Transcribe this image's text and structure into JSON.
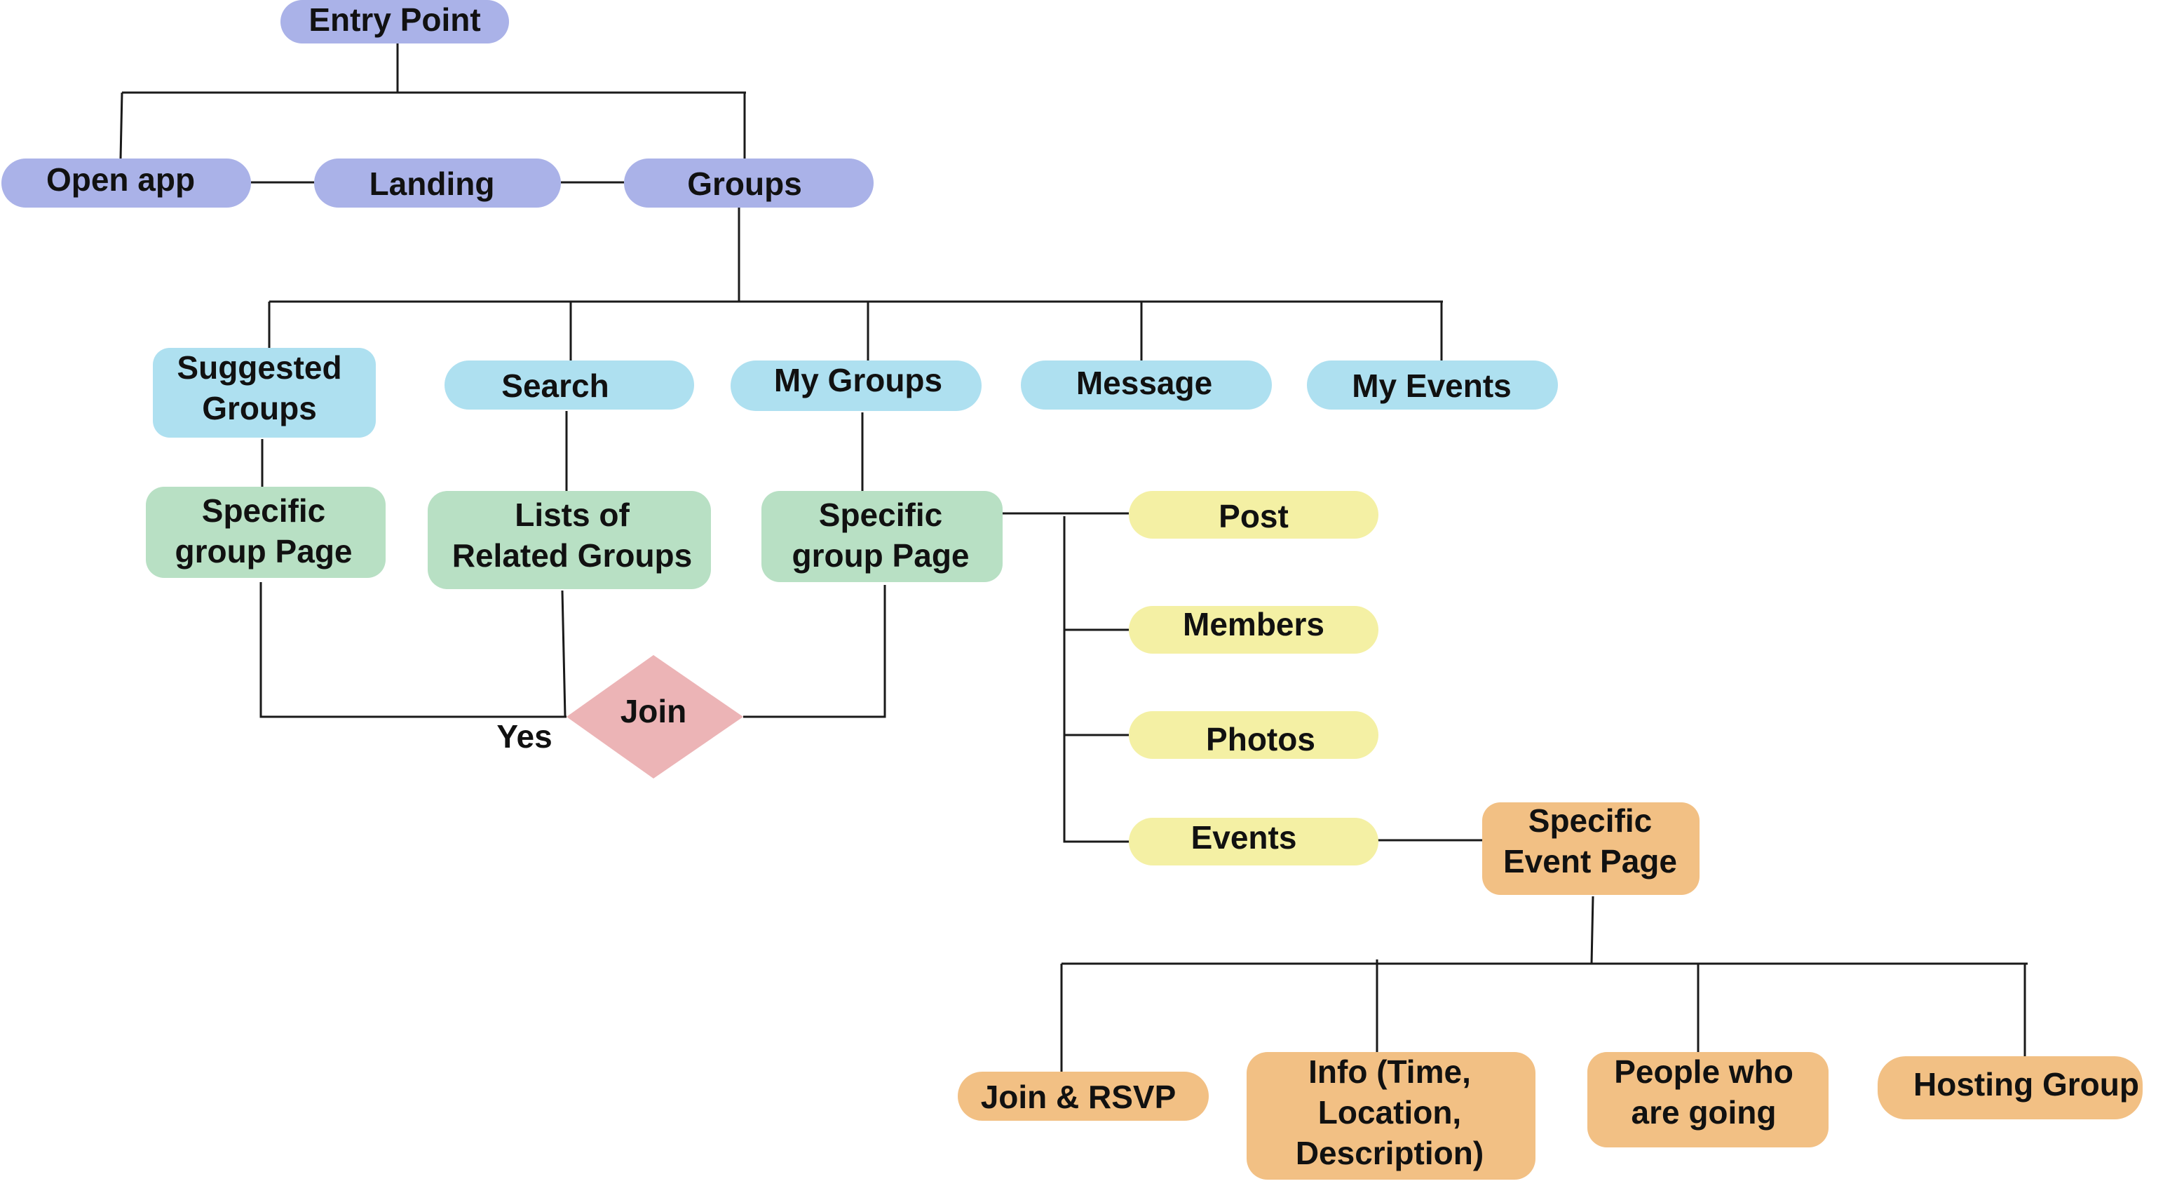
{
  "colors": {
    "level_1": "#aab2e8",
    "level_2": "#aee0f0",
    "level_3": "#b8e0c4",
    "level_4": "#f4f0a4",
    "level_5": "#f2c084",
    "decision": "#ecb4b6",
    "text": "#111111",
    "line": "#1a1a1a"
  },
  "nodes": {
    "entry_point": {
      "label": [
        "Entry Point"
      ]
    },
    "open_app": {
      "label": [
        "Open app"
      ]
    },
    "landing": {
      "label": [
        "Landing"
      ]
    },
    "groups": {
      "label": [
        "Groups"
      ]
    },
    "suggested_groups": {
      "label": [
        "Suggested",
        "Groups"
      ]
    },
    "search": {
      "label": [
        "Search"
      ]
    },
    "my_groups": {
      "label": [
        "My Groups"
      ]
    },
    "message": {
      "label": [
        "Message"
      ]
    },
    "my_events": {
      "label": [
        "My Events"
      ]
    },
    "specific_group_page_1": {
      "label": [
        "Specific",
        "group Page"
      ]
    },
    "lists_of_related_groups": {
      "label": [
        "Lists of",
        "Related Groups"
      ]
    },
    "specific_group_page_2": {
      "label": [
        "Specific",
        "group Page"
      ]
    },
    "join": {
      "label": [
        "Join"
      ]
    },
    "post": {
      "label": [
        "Post"
      ]
    },
    "members": {
      "label": [
        "Members"
      ]
    },
    "photos": {
      "label": [
        "Photos"
      ]
    },
    "events": {
      "label": [
        "Events"
      ]
    },
    "specific_event_page": {
      "label": [
        "Specific",
        "Event Page"
      ]
    },
    "join_rsvp": {
      "label": [
        "Join & RSVP"
      ]
    },
    "info": {
      "label": [
        "Info (Time,",
        "Location,",
        "Description)"
      ]
    },
    "people_going": {
      "label": [
        "People who",
        "are going"
      ]
    },
    "hosting_group": {
      "label": [
        "Hosting Group"
      ]
    }
  },
  "edge_labels": {
    "yes": "Yes"
  }
}
